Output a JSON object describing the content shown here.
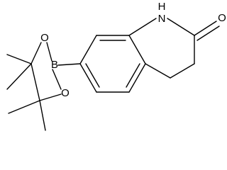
{
  "molecule": {
    "atoms": {
      "amide_N_label": "N",
      "amide_H_label": "H",
      "carbonyl_O_label": "O",
      "boron_label": "B",
      "ester_O_upper_label": "O",
      "ester_O_lower_label": "O"
    },
    "colors": {
      "bond": "#000000",
      "background": "#ffffff"
    }
  }
}
